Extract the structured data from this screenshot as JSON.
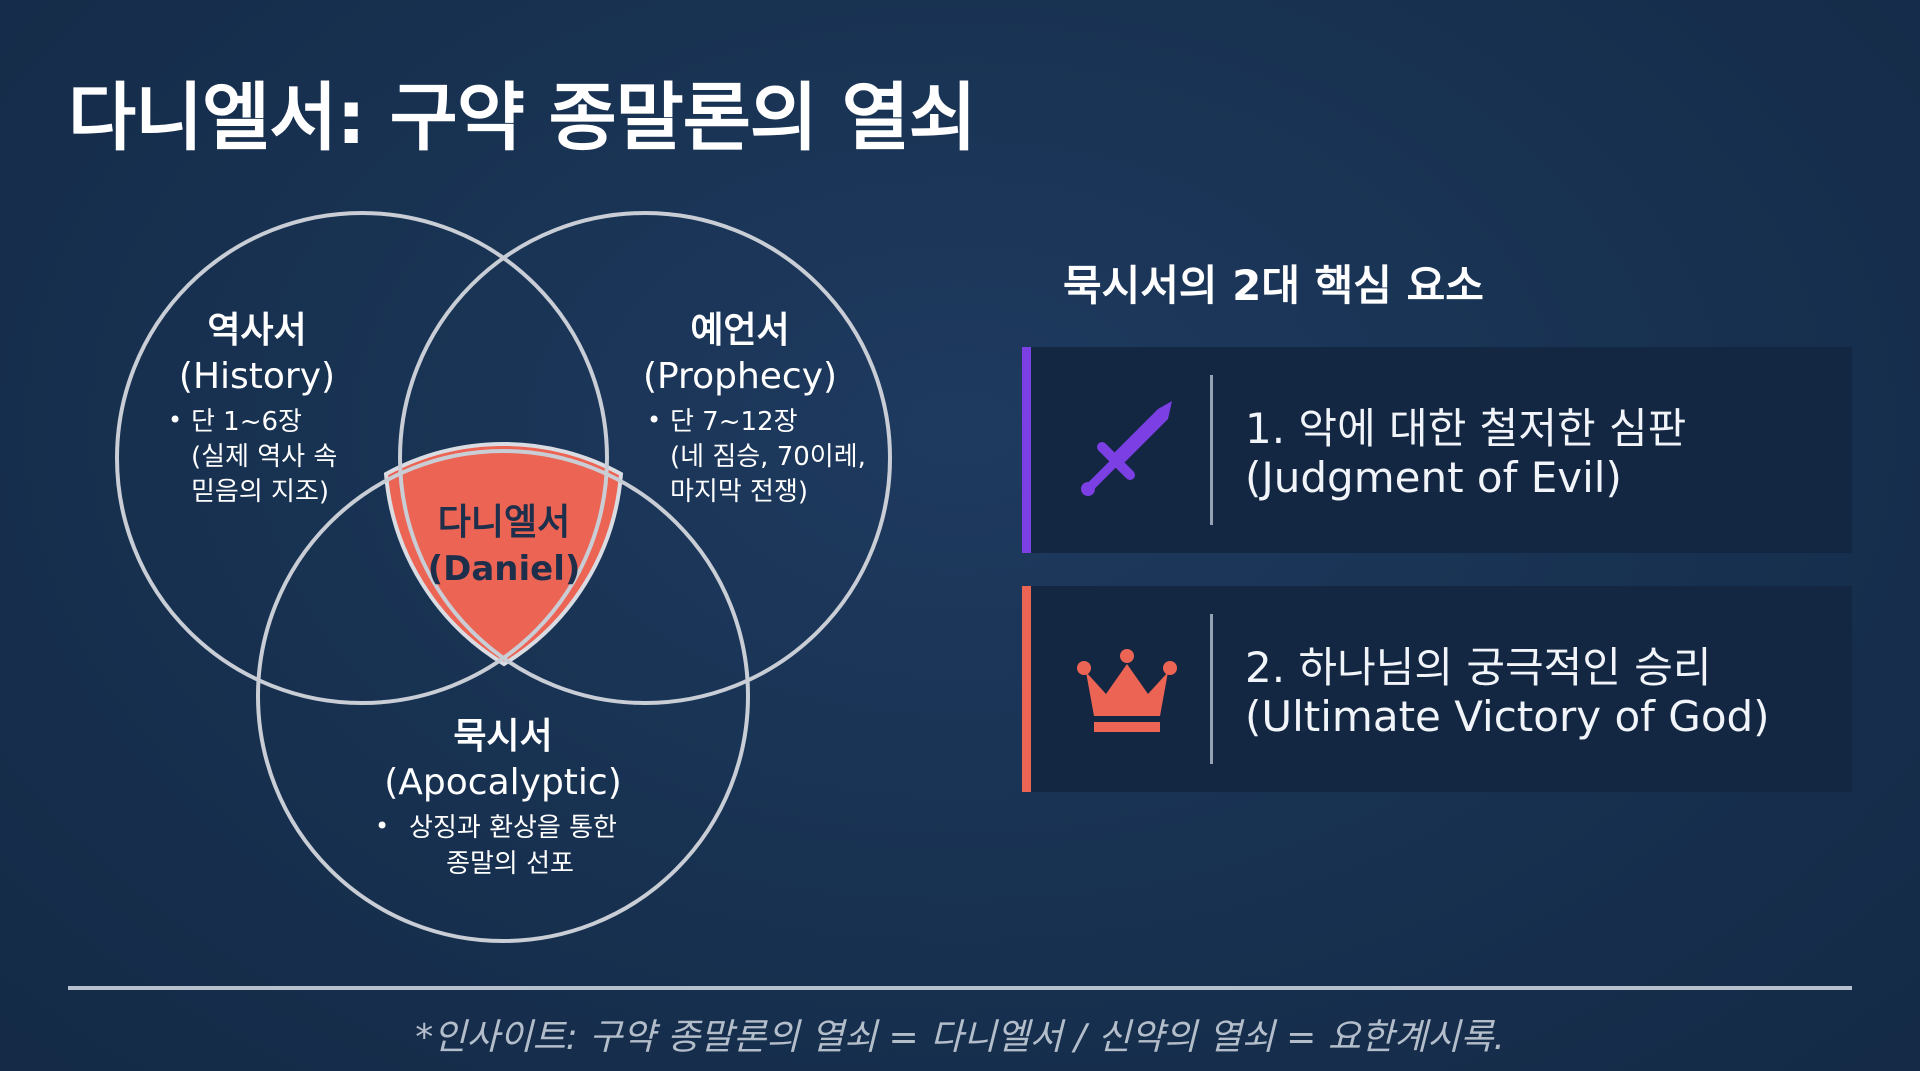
{
  "title": "다니엘서: 구약 종말론의 열쇠",
  "venn": {
    "history": {
      "name": "역사서",
      "english": "(History)",
      "bullet": "•",
      "lines": [
        "단 1~6장",
        "(실제 역사 속",
        "믿음의 지조)"
      ]
    },
    "prophecy": {
      "name": "예언서",
      "english": "(Prophecy)",
      "bullet": "•",
      "lines": [
        "단 7~12장",
        "(네 짐승, 70이레,",
        "마지막 전쟁)"
      ]
    },
    "apocalyptic": {
      "name": "묵시서",
      "english": "(Apocalyptic)",
      "bullet": "•",
      "lines": [
        "상징과 환상을 통한",
        "종말의 선포"
      ]
    },
    "center": {
      "name": "다니엘서",
      "english": "(Daniel)"
    },
    "colors": {
      "circle_stroke": "#c9ced6",
      "center_fill": "#ec6454"
    }
  },
  "elements": {
    "heading": "묵시서의 2대 핵심 요소",
    "items": [
      {
        "line1": "1. 악에 대한 철저한 심판",
        "line2": "(Judgment of Evil)",
        "icon": "sword-icon",
        "accent": "#7b3fe4"
      },
      {
        "line1": "2. 하나님의 궁극적인 승리",
        "line2": "(Ultimate Victory of God)",
        "icon": "crown-icon",
        "accent": "#ec6454"
      }
    ]
  },
  "footer": "*인사이트: 구약 종말론의 열쇠 = 다니엘서 / 신약의 열쇠 = 요한계시록."
}
